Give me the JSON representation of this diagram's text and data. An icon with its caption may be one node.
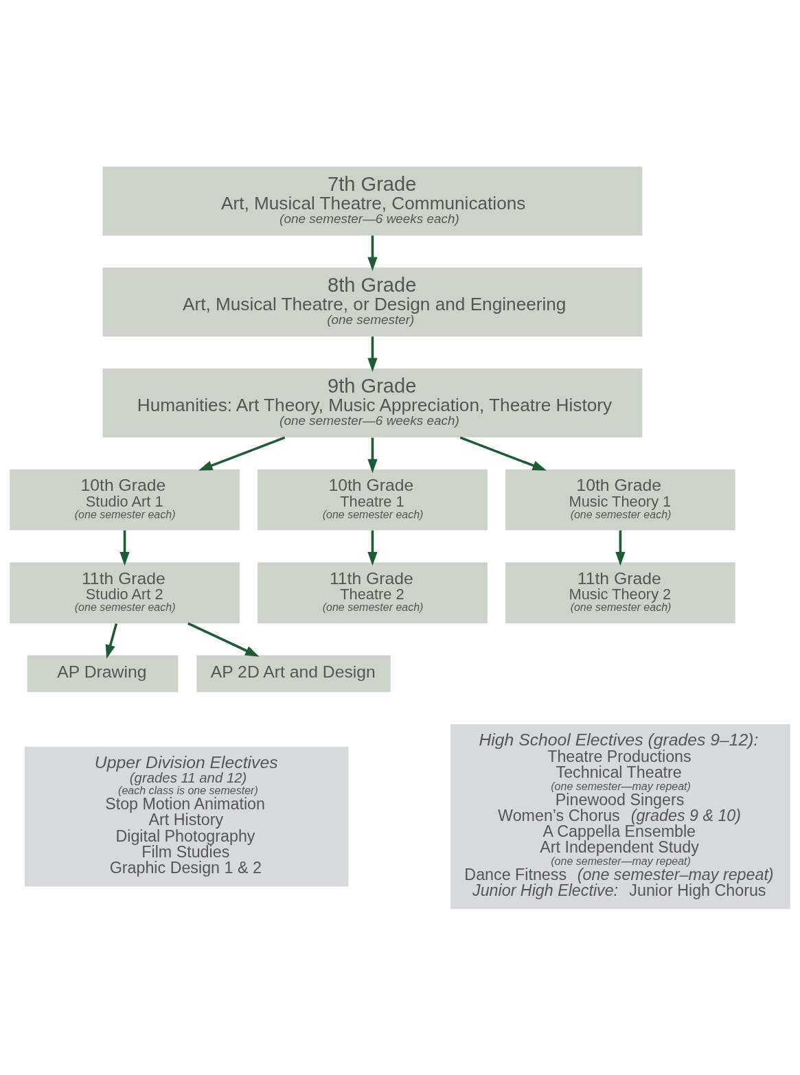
{
  "diagram": {
    "nodes": [
      {
        "text": [
          "7th Grade",
          "Art, Musical Theatre, Communications",
          "(one semester—6 weeks each)"
        ]
      },
      {
        "text": [
          "8th Grade",
          "Art, Musical Theatre, or Design and Engineering",
          "(one semester)"
        ]
      },
      {
        "text": [
          "9th Grade",
          "Humanities: Art Theory, Music Appreciation, Theatre History",
          "(one semester—6 weeks each)"
        ]
      },
      {
        "text": [
          "10th Grade",
          "Studio Art 1",
          "(one semester each)"
        ]
      },
      {
        "text": [
          "10th Grade",
          "Theatre 1",
          "(one semester each)"
        ]
      },
      {
        "text": [
          "10th Grade",
          "Music Theory 1",
          "(one semester each)"
        ]
      },
      {
        "text": [
          "11th Grade",
          "Studio Art 2",
          "(one semester each)"
        ]
      },
      {
        "text": [
          "11th Grade",
          "Theatre 2",
          "(one semester each)"
        ]
      },
      {
        "text": [
          "11th Grade",
          "Music Theory 2",
          "(one semester each)"
        ]
      },
      {
        "text": [
          "AP Drawing"
        ]
      },
      {
        "text": [
          "AP 2D Art and Design"
        ]
      },
      {
        "text": [
          "Upper Division Electives",
          "(grades 11 and 12)",
          "(each class is one semester)",
          "Stop Motion Animation",
          "Art History",
          "Digital Photography",
          "Film Studies",
          "Graphic Design 1 & 2"
        ]
      },
      {
        "text": [
          "High School Electives (grades 9–12):",
          "Theatre Productions",
          "Technical Theatre",
          "(one semester—may repeat)",
          "Pinewood Singers",
          "Women’s Chorus *(grades 9 & 10)*",
          "A Cappella Ensemble",
          "Art Independent Study",
          "(one semester—may repeat)",
          "Dance Fitness *(one semester–may repeat)*",
          "*Junior High Elective:* Junior High Chorus"
        ]
      }
    ],
    "edges": [
      {
        "from": 0,
        "to": 1,
        "arrow": "to"
      },
      {
        "from": 1,
        "to": 2,
        "arrow": "to"
      },
      {
        "from": 2,
        "to": 3,
        "arrow": "to"
      },
      {
        "from": 2,
        "to": 4,
        "arrow": "to"
      },
      {
        "from": 2,
        "to": 5,
        "arrow": "to"
      },
      {
        "from": 3,
        "to": 6,
        "arrow": "to"
      },
      {
        "from": 4,
        "to": 7,
        "arrow": "to"
      },
      {
        "from": 5,
        "to": 8,
        "arrow": "to"
      },
      {
        "from": 6,
        "to": 9,
        "arrow": "to"
      },
      {
        "from": 6,
        "to": 10,
        "arrow": "to"
      }
    ]
  }
}
